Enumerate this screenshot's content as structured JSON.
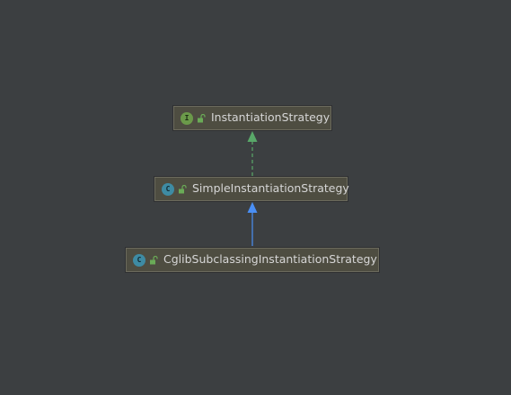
{
  "diagram": {
    "nodes": [
      {
        "id": "instantiation-strategy",
        "kind": "interface",
        "badge": "I",
        "label": "InstantiationStrategy",
        "badge_color": "#6b9a4a"
      },
      {
        "id": "simple-instantiation-strategy",
        "kind": "class",
        "badge": "C",
        "label": "SimpleInstantiationStrategy",
        "badge_color": "#3e8ba3"
      },
      {
        "id": "cglib-subclassing-instantiation-strategy",
        "kind": "class",
        "badge": "C",
        "label": "CglibSubclassingInstantiationStrategy",
        "badge_color": "#3e8ba3"
      }
    ],
    "edges": [
      {
        "from": "simple-instantiation-strategy",
        "to": "instantiation-strategy",
        "type": "implements",
        "color": "#59a869",
        "style": "dashed"
      },
      {
        "from": "cglib-subclassing-instantiation-strategy",
        "to": "simple-instantiation-strategy",
        "type": "extends",
        "color": "#4a8ff5",
        "style": "solid"
      }
    ],
    "colors": {
      "background": "#3c3f41",
      "node_fill": "#4e4d41",
      "node_border": "#6b6a5c",
      "text": "#d6d6d6",
      "access_icon": "#6aab57"
    }
  }
}
